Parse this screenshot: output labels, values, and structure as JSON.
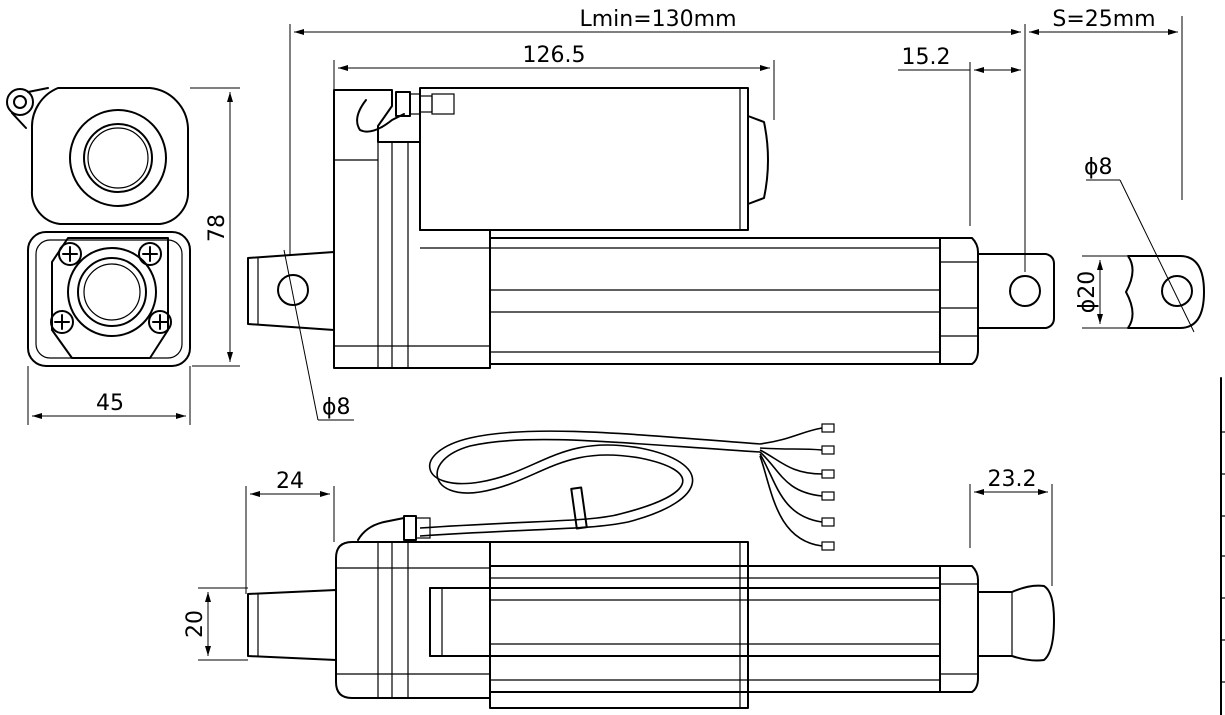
{
  "dimensions": {
    "lmin": "Lmin=130mm",
    "stroke": "S=25mm",
    "body_length": "126.5",
    "rod_end": "15.2",
    "rear_hole_top": "ϕ8",
    "rear_hole_bottom": "ϕ8",
    "rod_diameter": "ϕ20",
    "height": "78",
    "width": "45",
    "clevis_length": "24",
    "clevis_width": "20",
    "rod_tip_length": "23.2"
  }
}
